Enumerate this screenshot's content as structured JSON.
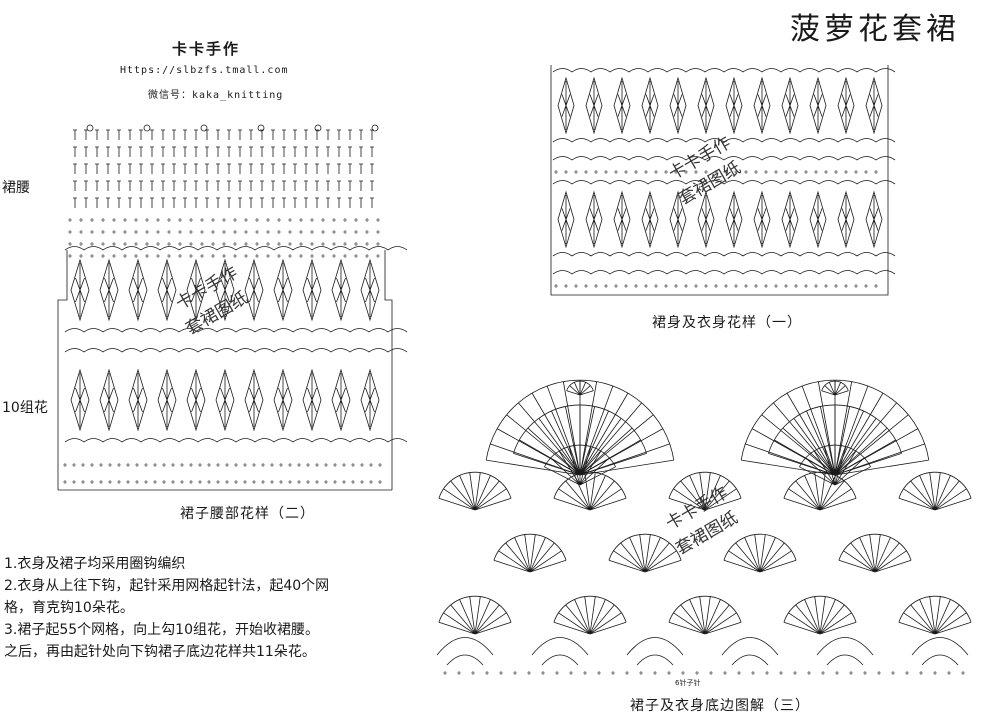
{
  "title": "菠萝花套裙",
  "header": {
    "brand": "卡卡手作",
    "url": "Https://slbzfs.tmall.com",
    "wechat": "微信号：kaka_knitting"
  },
  "watermark": {
    "line1": "卡卡手作",
    "line2": "套裙图纸"
  },
  "diagrams": {
    "waist": {
      "label_top": "裙腰",
      "label_middle": "10组花",
      "caption": "裙子腰部花样（二）"
    },
    "body": {
      "caption": "裙身及衣身花样（一）"
    },
    "hem": {
      "caption": "裙子及衣身底边图解（三）",
      "inner_label": "6针子针"
    }
  },
  "notes": [
    "1.衣身及裙子均采用圈钩编织",
    "2.衣身从上往下钩，起针采用网格起针法，起40个网",
    "  格，育克钩10朵花。",
    "3.裙子起55个网格，向上勾10组花，开始收裙腰。",
    "  之后，再由起针处向下钩裙子底边花样共11朵花。"
  ],
  "colors": {
    "ink": "#1a1a1a",
    "paper": "#ffffff"
  }
}
